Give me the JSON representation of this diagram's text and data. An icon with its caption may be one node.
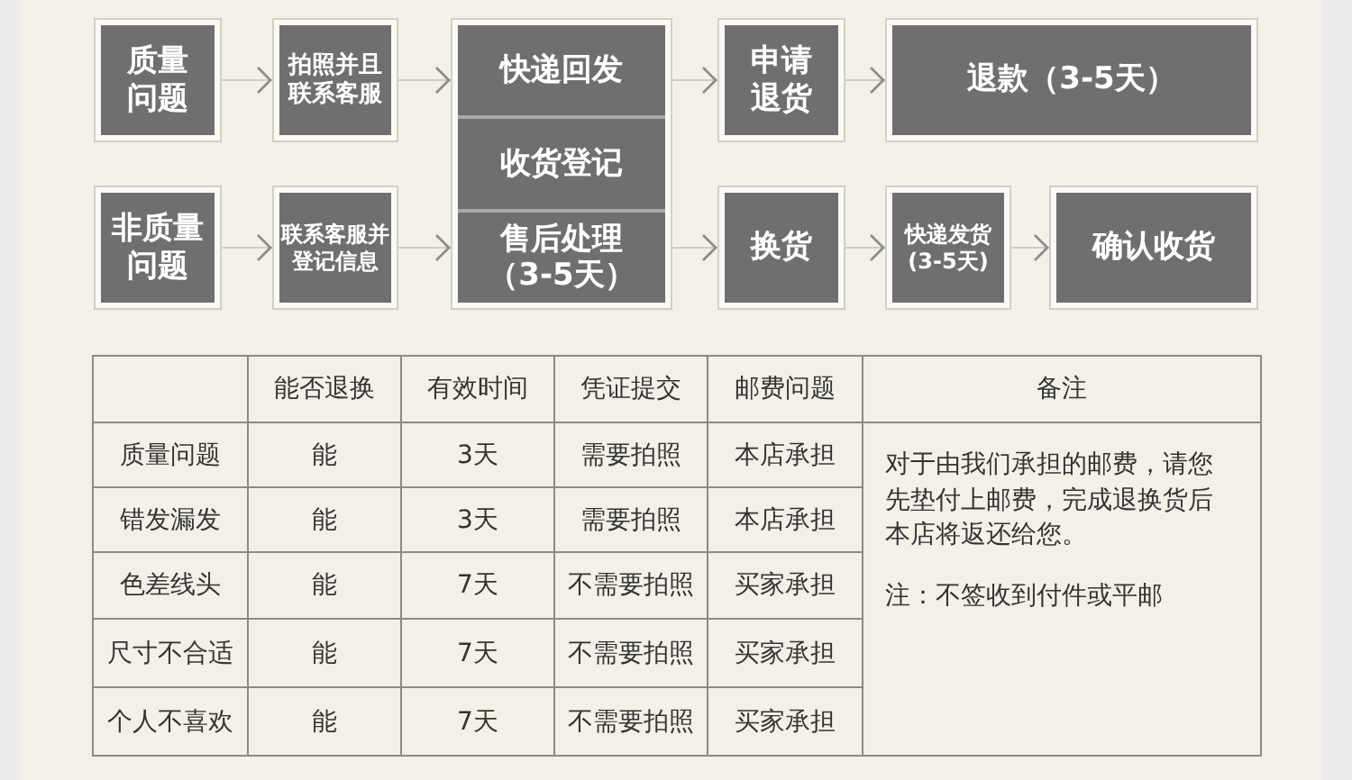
{
  "diagram": {
    "nodes": [
      {
        "text": [
          "质量问题"
        ]
      },
      {
        "text": [
          "拍照并且联系客服"
        ]
      },
      {
        "text": [
          "快递回发",
          "收货登记",
          "售后处理（3-5天）"
        ]
      },
      {
        "text": [
          "申请退货"
        ]
      },
      {
        "text": [
          "退款（3-5天）"
        ]
      },
      {
        "text": [
          "非质量问题"
        ]
      },
      {
        "text": [
          "联系客服并登记信息"
        ]
      },
      {
        "text": [
          "换货"
        ]
      },
      {
        "text": [
          "快递发货(3-5天)"
        ]
      },
      {
        "text": [
          "确认收货"
        ]
      }
    ],
    "edges": [
      {
        "from": 0,
        "to": 1,
        "arrow": "to"
      },
      {
        "from": 1,
        "to": 2,
        "arrow": "to"
      },
      {
        "from": 2,
        "to": 3,
        "arrow": "to"
      },
      {
        "from": 3,
        "to": 4,
        "arrow": "to"
      },
      {
        "from": 5,
        "to": 6,
        "arrow": "to"
      },
      {
        "from": 6,
        "to": 2,
        "arrow": "to"
      },
      {
        "from": 2,
        "to": 7,
        "arrow": "to"
      },
      {
        "from": 7,
        "to": 8,
        "arrow": "to"
      },
      {
        "from": 8,
        "to": 9,
        "arrow": "to"
      }
    ],
    "labels": [
      "能否退换",
      "有效时间",
      "凭证提交",
      "邮费问题",
      "备注",
      "质量问题",
      "能",
      "3天",
      "需要拍照",
      "本店承担",
      "对于由我们承担的邮费，请您先垫付上邮费，完成退换货后本店将返还给您。",
      "注：不签收到付件或平邮",
      "错发漏发",
      "能",
      "3天",
      "需要拍照",
      "本店承担",
      "色差线头",
      "能",
      "7天",
      "不需要拍照",
      "买家承担",
      "尺寸不合适",
      "能",
      "7天",
      "不需要拍照",
      "买家承担",
      "个人不喜欢",
      "能",
      "7天",
      "不需要拍照",
      "买家承担"
    ]
  }
}
